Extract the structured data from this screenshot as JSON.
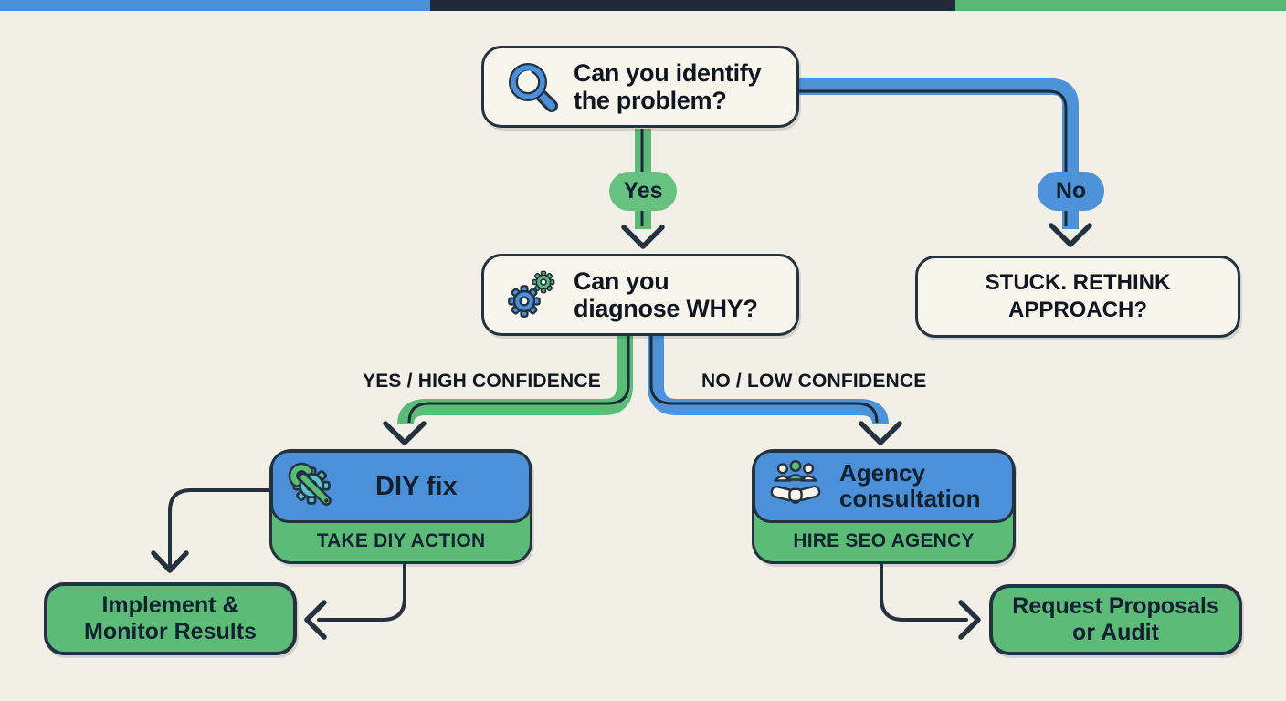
{
  "palette": {
    "background": "#f2efe7",
    "card": "#f8f5ed",
    "ink": "#243240",
    "text": "#10161f",
    "blue": "#4b90d8",
    "green": "#5cbc77",
    "pill_green": "#67c181",
    "pill_blue": "#4e92da",
    "teal_gear": "#5fc0cc",
    "topbar_blue": "#4a8fd8",
    "topbar_navy": "#1f2b39",
    "topbar_green": "#58b873"
  },
  "nodes": {
    "identify": {
      "text": "Can you identify\nthe problem?",
      "icon": "magnifier-icon"
    },
    "diagnose": {
      "text": "Can you\ndiagnose WHY?",
      "icon": "gears-icon"
    },
    "stuck": {
      "text": "STUCK. RETHINK\nAPPROACH?"
    },
    "diy": {
      "title": "DIY fix",
      "action": "TAKE DIY ACTION",
      "icon": "gear-wrench-icon"
    },
    "agency": {
      "title": "Agency\nconsultation",
      "action": "HIRE SEO AGENCY",
      "icon": "team-handshake-icon"
    },
    "implement": {
      "text": "Implement &\nMonitor Results"
    },
    "request": {
      "text": "Request Proposals\nor Audit"
    }
  },
  "edges": {
    "yes": "Yes",
    "no": "No",
    "yes_high": "YES / HIGH CONFIDENCE",
    "no_low": "NO / LOW CONFIDENCE"
  }
}
